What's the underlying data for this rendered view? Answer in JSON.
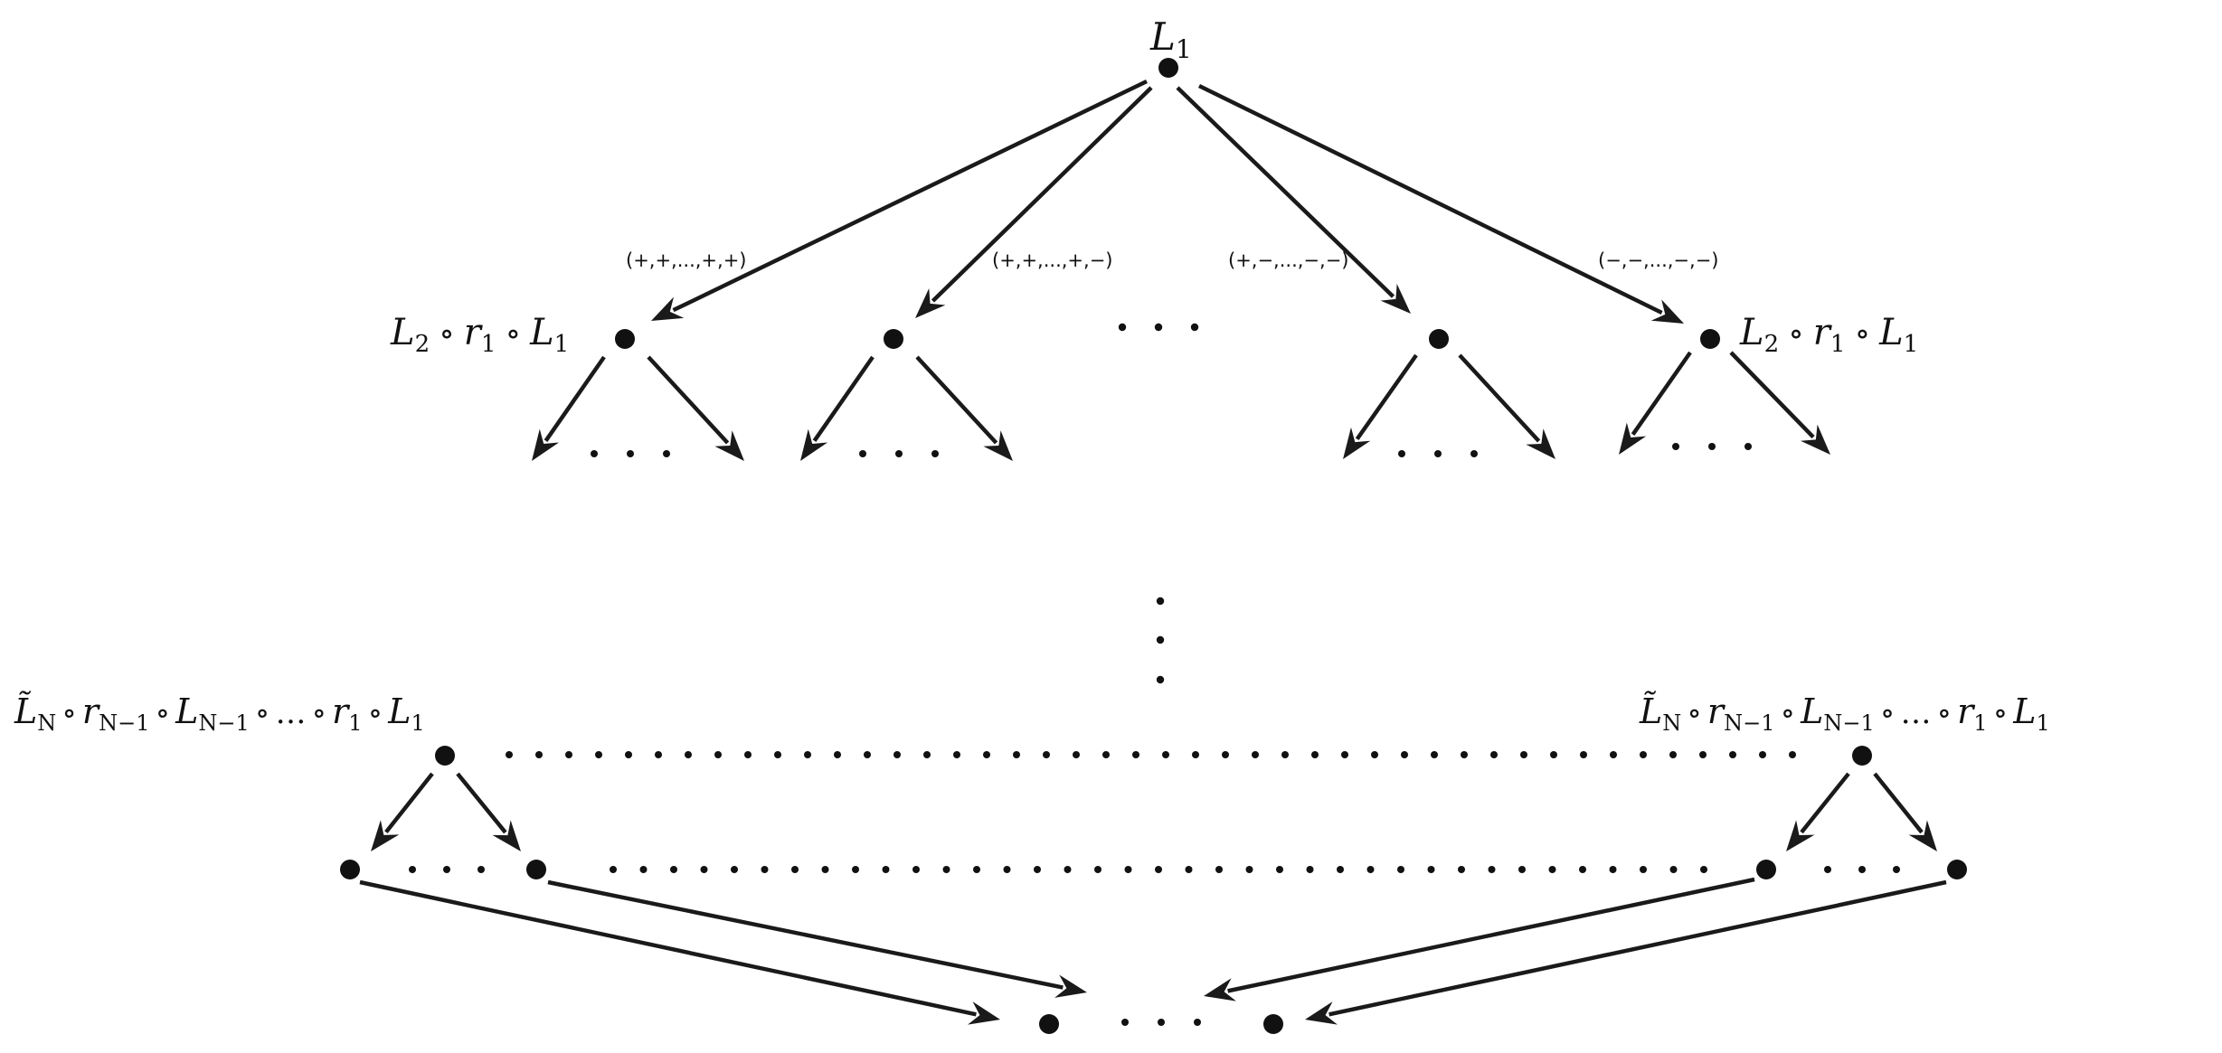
{
  "labels": {
    "root": {
      "main": "L",
      "sub": "1"
    },
    "level2_left": {
      "L2": "L",
      "L2_sub": "2",
      "op1": "∘",
      "r": "r",
      "r_sub": "1",
      "op2": "∘",
      "L1": "L",
      "L1_sub": "1"
    },
    "level2_right": {
      "L2": "L",
      "L2_sub": "2",
      "op1": "∘",
      "r": "r",
      "r_sub": "1",
      "op2": "∘",
      "L1": "L",
      "L1_sub": "1"
    },
    "levelN_left": {
      "LN": "L̃",
      "LN_sub": "N",
      "op1": "∘",
      "r": "r",
      "r_sub": "N−1",
      "op2": "∘",
      "L": "L",
      "L_sub": "N−1",
      "op3": "∘",
      "ell": "…",
      "op4": "∘",
      "r1": "r",
      "r1_sub": "1",
      "op5": "∘",
      "L1": "L",
      "L1_sub": "1"
    },
    "levelN_right": {
      "LN": "L̃",
      "LN_sub": "N",
      "op1": "∘",
      "r": "r",
      "r_sub": "N−1",
      "op2": "∘",
      "L": "L",
      "L_sub": "N−1",
      "op3": "∘",
      "ell": "…",
      "op4": "∘",
      "r1": "r",
      "r1_sub": "1",
      "op5": "∘",
      "L1": "L",
      "L1_sub": "1"
    }
  },
  "sign_patterns": [
    "(+,+,...,+,+)",
    "(+,+,...,+,−)",
    "(+,−,...,−,−)",
    "(−,−,...,−,−)"
  ]
}
